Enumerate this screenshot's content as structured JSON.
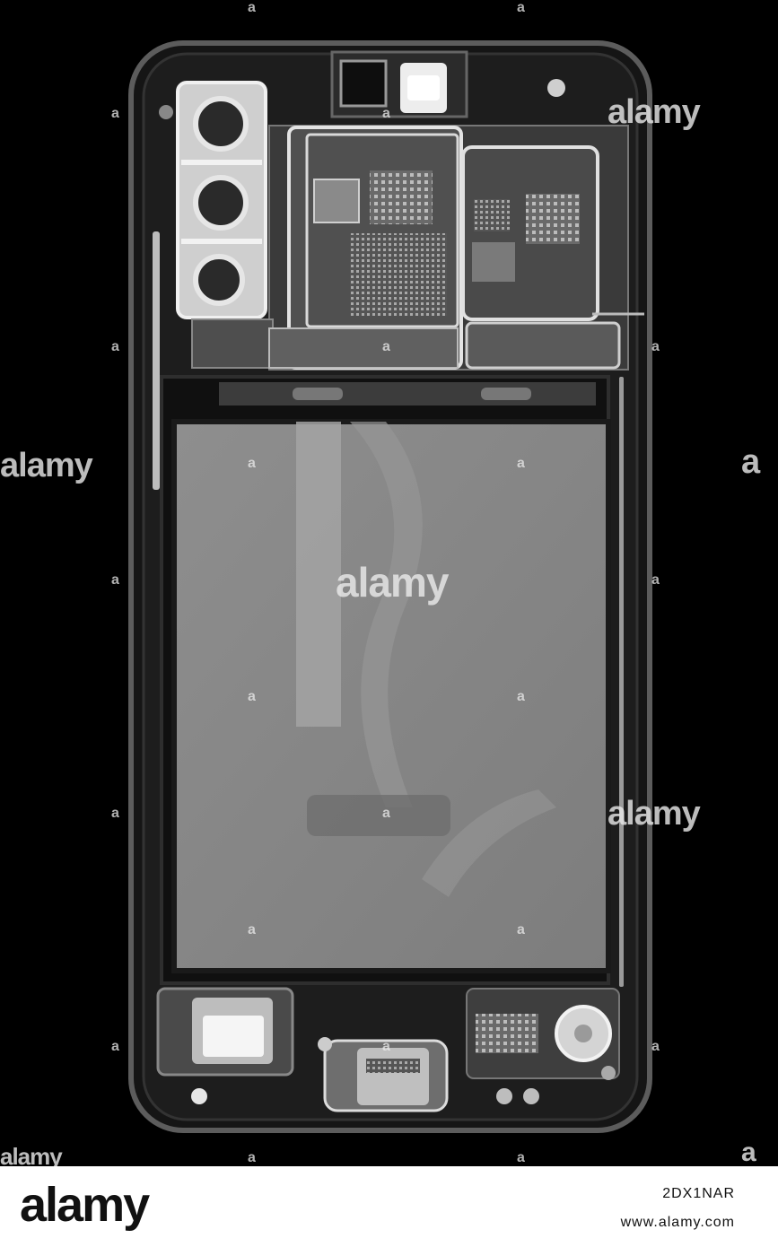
{
  "watermark": {
    "brand": "alamy",
    "glyph": "a"
  },
  "footer": {
    "logo": "alamy",
    "image_id": "2DX1NAR",
    "site": "www.alamy.com"
  },
  "colors": {
    "background": "#000000",
    "xray_bright": "#e8e8e8",
    "xray_mid": "#8a8a8a",
    "footer_bg": "#ffffff"
  }
}
